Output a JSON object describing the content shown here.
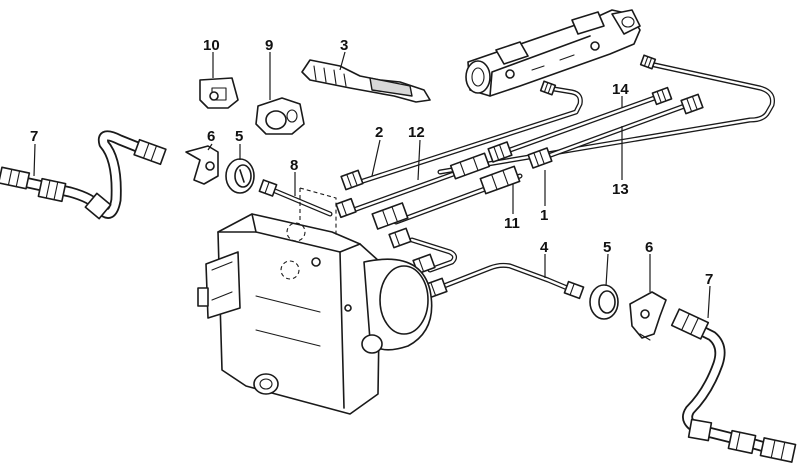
{
  "callouts": {
    "c1": "1",
    "c2": "2",
    "c3": "3",
    "c4": "4",
    "c5_left": "5",
    "c5_right": "5",
    "c6_left": "6",
    "c6_right": "6",
    "c7_left": "7",
    "c7_right": "7",
    "c8": "8",
    "c9": "9",
    "c10": "10",
    "c11": "11",
    "c12": "12",
    "c13": "13",
    "c14": "14"
  }
}
